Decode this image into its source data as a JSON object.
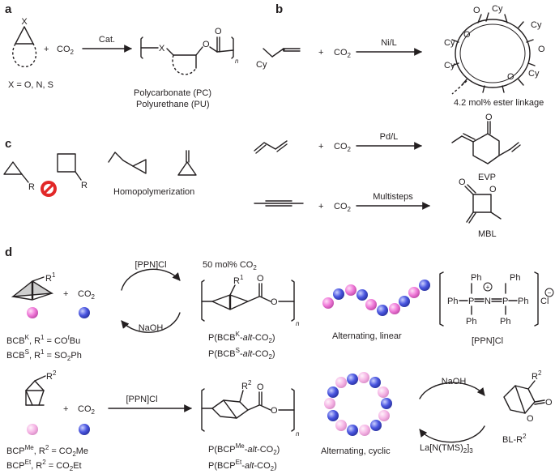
{
  "panels": {
    "a": "a",
    "b": "b",
    "c": "c",
    "d": "d"
  },
  "a": {
    "x_label": "X",
    "plus": "+",
    "co2": "CO",
    "co2_sub": "2",
    "catalyst": "Cat.",
    "x_def": "X = O, N, S",
    "n": "n",
    "product_1": "Polycarbonate (PC)",
    "product_2": "Polyurethane (PU)"
  },
  "b": {
    "cy": "Cy",
    "plus": "+",
    "co2": "CO",
    "co2_sub": "2",
    "catalyst": "Ni/L",
    "macro_o": "O",
    "macro_cy": "Cy",
    "caption": "4.2 mol% ester linkage"
  },
  "c": {
    "homopolymerization": "Homopolymerization",
    "r": "R",
    "rxn1_plus": "+",
    "rxn1_co2": "CO",
    "rxn1_co2_sub": "2",
    "rxn1_catalyst": "Pd/L",
    "evp_o": "O",
    "evp_label": "EVP",
    "rxn2_plus": "+",
    "rxn2_co2": "CO",
    "rxn2_co2_sub": "2",
    "rxn2_catalyst": "Multisteps",
    "mbl_o": "O",
    "mbl_label": "MBL"
  },
  "d": {
    "top": {
      "r1": "R",
      "r1_sup": "1",
      "plus": "+",
      "co2": "CO",
      "co2_sub": "2",
      "forward": "[PPN]Cl",
      "back": "NaOH",
      "co2_pct": "50 mol% CO",
      "co2_pct_sub": "2",
      "n": "n",
      "o": "O",
      "bcbk_label": "BCB",
      "bcbk_sup": "K",
      "bcbk_def": ", R",
      "bcbk_def_sup": "1",
      "bcbk_def_val": " = CO",
      "bcbk_def_t": "t",
      "bcbk_def_bu": "Bu",
      "bcbs_label": "BCB",
      "bcbs_sup": "S",
      "bcbs_def": ", R",
      "bcbs_def_sup": "1",
      "bcbs_def_val": " = SO",
      "bcbs_def_sub": "2",
      "bcbs_def_ph": "Ph",
      "poly_k_pre": "P(BCB",
      "poly_k_sup": "K",
      "poly_k_mid": "-",
      "poly_k_alt": "alt",
      "poly_k_post": "-CO",
      "poly_k_sub": "2",
      "poly_k_end": ")",
      "poly_s_pre": "P(BCB",
      "poly_s_sup": "S",
      "poly_s_mid": "-",
      "poly_s_alt": "alt",
      "poly_s_post": "-CO",
      "poly_s_sub": "2",
      "poly_s_end": ")",
      "alternating": "Alternating, linear",
      "ppn_ph": "Ph",
      "ppn_p": "P",
      "ppn_n": "N",
      "ppn_plus": "+",
      "ppn_cl": "Cl",
      "ppn_minus": "−",
      "ppn_label": "[PPN]Cl"
    },
    "bottom": {
      "r2": "R",
      "r2_sup": "2",
      "plus": "+",
      "co2": "CO",
      "co2_sub": "2",
      "forward": "[PPN]Cl",
      "n": "n",
      "o": "O",
      "bcpme_label": "BCP",
      "bcpme_sup": "Me",
      "bcpme_def": ", R",
      "bcpme_def_sup": "2",
      "bcpme_def_val": " = CO",
      "bcpme_def_sub": "2",
      "bcpme_def_end": "Me",
      "bcpet_label": "BCP",
      "bcpet_sup": "Et",
      "bcpet_def": ", R",
      "bcpet_def_sup": "2",
      "bcpet_def_val": " = CO",
      "bcpet_def_sub": "2",
      "bcpet_def_end": "Et",
      "poly_me_pre": "P(BCP",
      "poly_me_sup": "Me",
      "poly_me_mid": "-",
      "poly_me_alt": "alt",
      "poly_me_post": "-CO",
      "poly_me_sub": "2",
      "poly_me_end": ")",
      "poly_et_pre": "P(BCP",
      "poly_et_sup": "Et",
      "poly_et_mid": "-",
      "poly_et_alt": "alt",
      "poly_et_post": "-CO",
      "poly_et_sub": "2",
      "poly_et_end": ")",
      "alternating": "Alternating, cyclic",
      "naoh": "NaOH",
      "la": "La[N(TMS)",
      "la_sub1": "2",
      "la_mid": "]",
      "la_sub2": "3",
      "bl_label": "BL-R",
      "bl_sup": "2",
      "bl_r": "R",
      "bl_r_sup": "2",
      "bl_o": "O"
    }
  },
  "colors": {
    "monomer_pink": "#f07bd9",
    "co2_blue": "#4a56e0",
    "ink": "#231f20"
  }
}
